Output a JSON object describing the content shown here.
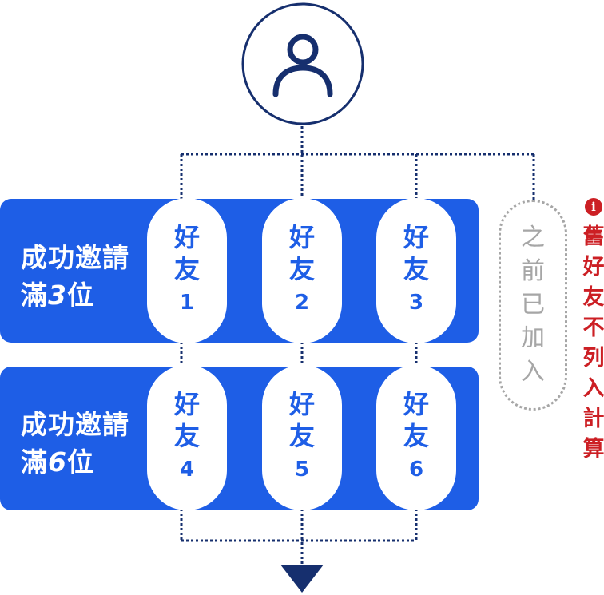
{
  "colors": {
    "accent": "#1e5ee6",
    "navy": "#162f6e",
    "muted": "#a6a6a6",
    "warning": "#cc1f24"
  },
  "top": {
    "icon": "user-icon"
  },
  "rows": [
    {
      "label_main": "成功邀請",
      "label_prefix": "滿",
      "label_num": "3",
      "label_suffix": "位",
      "friends": [
        {
          "chars": [
            "好",
            "友"
          ],
          "num": "1"
        },
        {
          "chars": [
            "好",
            "友"
          ],
          "num": "2"
        },
        {
          "chars": [
            "好",
            "友"
          ],
          "num": "3"
        }
      ]
    },
    {
      "label_main": "成功邀請",
      "label_prefix": "滿",
      "label_num": "6",
      "label_suffix": "位",
      "friends": [
        {
          "chars": [
            "好",
            "友"
          ],
          "num": "4"
        },
        {
          "chars": [
            "好",
            "友"
          ],
          "num": "5"
        },
        {
          "chars": [
            "好",
            "友"
          ],
          "num": "6"
        }
      ]
    }
  ],
  "previous": {
    "chars": [
      "之",
      "前",
      "已",
      "加",
      "入"
    ]
  },
  "note": {
    "icon": "info-icon",
    "icon_text": "i",
    "chars": [
      "舊",
      "好",
      "友",
      "不",
      "列",
      "入",
      "計",
      "算"
    ]
  },
  "bottom": {
    "icon": "arrow-down-icon"
  }
}
